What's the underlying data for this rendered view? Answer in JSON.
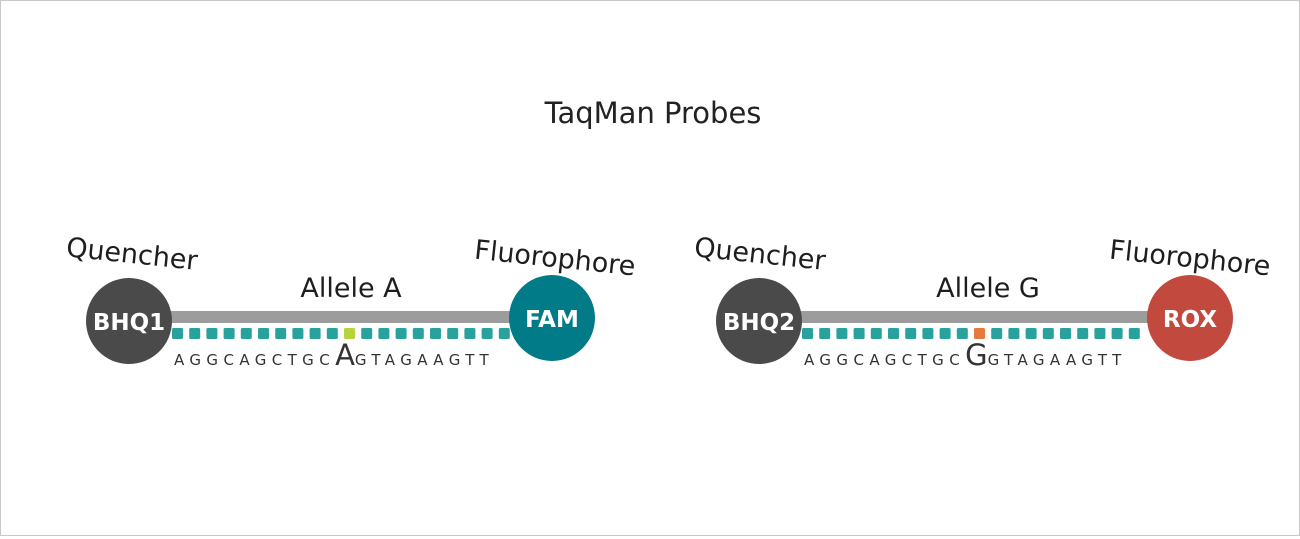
{
  "title": "TaqMan Probes",
  "colors": {
    "backbone": "#9c9c9c",
    "quencher": "#4a4a4a",
    "base_square": "#29a19c",
    "fam": "#007b87",
    "rox": "#c2493d",
    "allele_a_mark": "#b6d43a",
    "allele_g_mark": "#e57a3c"
  },
  "probes": [
    {
      "quencher_label": "Quencher",
      "quencher_name": "BHQ1",
      "fluorophore_label": "Fluorophore",
      "fluorophore_name": "FAM",
      "allele_label": "Allele A",
      "seq_before": "AGGCAGCTGC",
      "snp_base": "A",
      "seq_after": "GTAGAAGTT",
      "fluor_color_key": "fam",
      "mark_color_key": "allele_a_mark"
    },
    {
      "quencher_label": "Quencher",
      "quencher_name": "BHQ2",
      "fluorophore_label": "Fluorophore",
      "fluorophore_name": "ROX",
      "allele_label": "Allele G",
      "seq_before": "AGGCAGCTGC",
      "snp_base": "G",
      "seq_after": "GTAGAAGTT",
      "fluor_color_key": "rox",
      "mark_color_key": "allele_g_mark"
    }
  ]
}
